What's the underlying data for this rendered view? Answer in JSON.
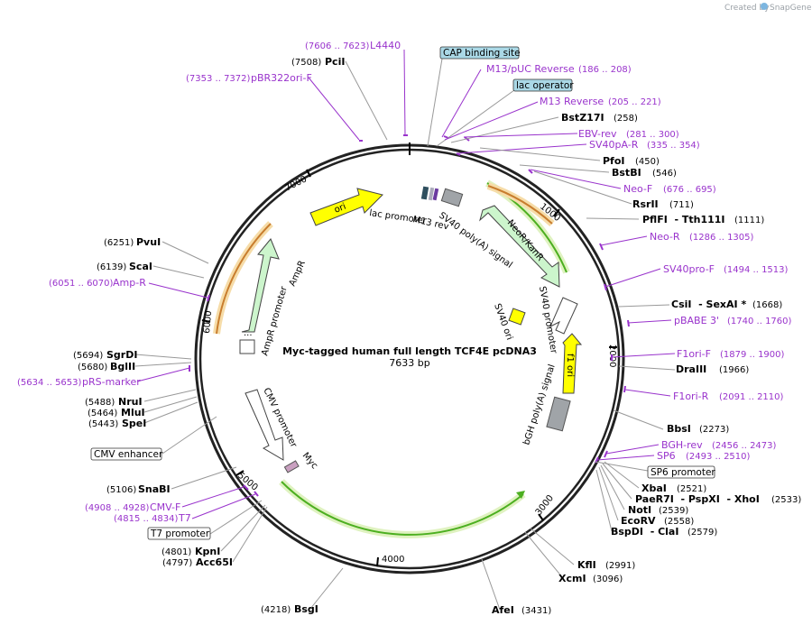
{
  "watermark": {
    "created_by": "Created by",
    "brand": "SnapGene"
  },
  "center": {
    "title": "Myc-tagged human full length TCF4E pcDNA3",
    "length": "7633 bp"
  },
  "ticks": [
    "1000",
    "2000",
    "3000",
    "4000",
    "5000",
    "6000",
    "7000"
  ],
  "sites_right": [
    {
      "id": "bstz17i",
      "name": "BstZ17I",
      "pos": "(258)"
    },
    {
      "id": "pfoi",
      "name": "PfoI",
      "pos": "(450)"
    },
    {
      "id": "bstbi",
      "name": "BstBI",
      "pos": "(546)"
    },
    {
      "id": "rsrii",
      "name": "RsrII",
      "pos": "(711)"
    },
    {
      "id": "pflfi",
      "name": "PflFI  - Tth111I",
      "pos": "(1111)"
    },
    {
      "id": "csii",
      "name": "CsiI  - SexAI *",
      "pos": "(1668)"
    },
    {
      "id": "draiii",
      "name": "DraIII",
      "pos": "(1966)"
    },
    {
      "id": "bbsi",
      "name": "BbsI",
      "pos": "(2273)"
    },
    {
      "id": "xbai",
      "name": "XbaI",
      "pos": "(2521)"
    },
    {
      "id": "paer7i",
      "name": "PaeR7I  - PspXI  - XhoI",
      "pos": "(2533)"
    },
    {
      "id": "noti",
      "name": "NotI",
      "pos": "(2539)"
    },
    {
      "id": "ecorv",
      "name": "EcoRV",
      "pos": "(2558)"
    },
    {
      "id": "bspdi",
      "name": "BspDI  - ClaI",
      "pos": "(2579)"
    },
    {
      "id": "kfli",
      "name": "KflI",
      "pos": "(2991)"
    },
    {
      "id": "xcmi",
      "name": "XcmI",
      "pos": "(3096)"
    },
    {
      "id": "afei",
      "name": "AfeI",
      "pos": "(3431)"
    }
  ],
  "sites_left": [
    {
      "id": "pcii",
      "name": "PciI",
      "pos": "(7508)"
    },
    {
      "id": "pvui",
      "name": "PvuI",
      "pos": "(6251)"
    },
    {
      "id": "scai",
      "name": "ScaI",
      "pos": "(6139)"
    },
    {
      "id": "sgrdi",
      "name": "SgrDI",
      "pos": "(5694)"
    },
    {
      "id": "bglii",
      "name": "BglII",
      "pos": "(5680)"
    },
    {
      "id": "drui",
      "name": "NruI",
      "pos": "(5488)"
    },
    {
      "id": "mlui",
      "name": "MluI",
      "pos": "(5464)"
    },
    {
      "id": "spei",
      "name": "SpeI",
      "pos": "(5443)"
    },
    {
      "id": "snabi",
      "name": "SnaBI",
      "pos": "(5106)"
    },
    {
      "id": "kpni",
      "name": "KpnI",
      "pos": "(4801)"
    },
    {
      "id": "acc65i",
      "name": "Acc65I",
      "pos": "(4797)"
    },
    {
      "id": "bsgi",
      "name": "BsgI",
      "pos": "(4218)"
    }
  ],
  "primers_right": [
    {
      "id": "m13puc",
      "name": "M13/pUC Reverse",
      "pos": "(186 .. 208)"
    },
    {
      "id": "m13rev",
      "name": "M13 Reverse",
      "pos": "(205 .. 221)"
    },
    {
      "id": "ebvrev",
      "name": "EBV-rev",
      "pos": "(281 .. 300)"
    },
    {
      "id": "sv40pa",
      "name": "SV40pA-R",
      "pos": "(335 .. 354)"
    },
    {
      "id": "neof",
      "name": "Neo-F",
      "pos": "(676 .. 695)"
    },
    {
      "id": "neor",
      "name": "Neo-R",
      "pos": "(1286 .. 1305)"
    },
    {
      "id": "sv40pro",
      "name": "SV40pro-F",
      "pos": "(1494 .. 1513)"
    },
    {
      "id": "pbabe",
      "name": "pBABE 3'",
      "pos": "(1740 .. 1760)"
    },
    {
      "id": "f1orif",
      "name": "F1ori-F",
      "pos": "(1879 .. 1900)"
    },
    {
      "id": "f1orir",
      "name": "F1ori-R",
      "pos": "(2091 .. 2110)"
    },
    {
      "id": "bghrev",
      "name": "BGH-rev",
      "pos": "(2456 .. 2473)"
    },
    {
      "id": "sp6",
      "name": "SP6",
      "pos": "(2493 .. 2510)"
    }
  ],
  "primers_left": [
    {
      "id": "l4440",
      "name": "L4440",
      "pos": "(7606 .. 7623)"
    },
    {
      "id": "pbr322",
      "name": "pBR322ori-F",
      "pos": "(7353 .. 7372)"
    },
    {
      "id": "ampr",
      "name": "Amp-R",
      "pos": "(6051 .. 6070)"
    },
    {
      "id": "prs",
      "name": "pRS-marker",
      "pos": "(5634 .. 5653)"
    },
    {
      "id": "cmvf",
      "name": "CMV-F",
      "pos": "(4908 .. 4928)"
    },
    {
      "id": "t7",
      "name": "T7",
      "pos": "(4815 .. 4834)"
    }
  ],
  "boxed_features": {
    "cap": "CAP binding site",
    "lac_operator": "lac operator",
    "sp6_promoter": "SP6 promoter",
    "cmv_enhancer": "CMV enhancer",
    "t7_promoter": "T7 promoter"
  },
  "features": {
    "ori": "ori",
    "lac_promoter": "lac promoter",
    "m13_rev": "M13 rev",
    "sv40_polya": "SV40 poly(A) signal",
    "neor": "NeoR/KanR",
    "sv40_ori": "SV40 ori",
    "sv40_promoter": "SV40 promoter",
    "f1_ori": "f1 ori",
    "bgh": "bGH poly(A) signal",
    "myc": "Myc",
    "cmv_promoter": "CMV promoter",
    "ampr_promoter": "AmpR promoter",
    "ampr": "AmpR",
    "ellipsis": "..."
  },
  "colors": {
    "primer": "#9933cc",
    "ori": "#ffff00",
    "marker": "#ccf5cc",
    "orf": "#4caf20",
    "orf_glow": "#dff2c0",
    "ampr_orf": "#c87d2e",
    "ampr_glow": "#f6dca8",
    "box_fill": "#aad8e6",
    "gray_feature": "#a0a4a8",
    "myc": "#c9a0c0"
  }
}
